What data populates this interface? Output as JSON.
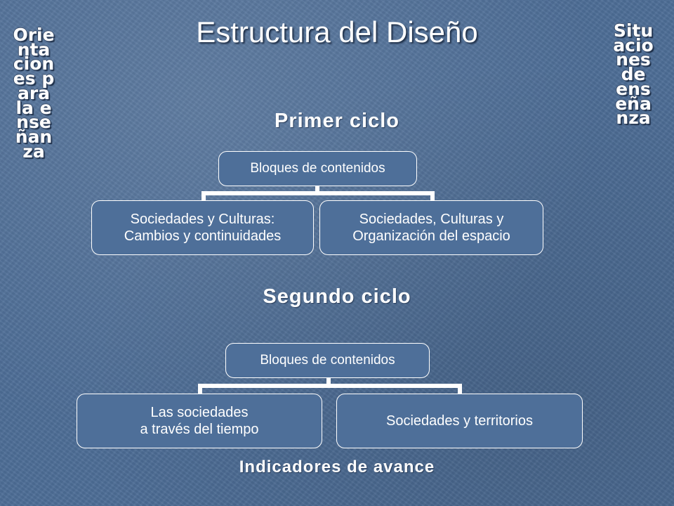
{
  "slide": {
    "title": "Estructura del Diseño",
    "left_vertical": "Orientaciones para la enseñanza",
    "right_vertical": "Situaciones de enseñanza",
    "footer": "Indicadores de avance"
  },
  "cycles": [
    {
      "heading": "Primer ciclo",
      "root": "Bloques de contenidos",
      "children": [
        "Sociedades y Culturas:\nCambios y continuidades",
        "Sociedades, Culturas y\nOrganización del espacio"
      ]
    },
    {
      "heading": "Segundo ciclo",
      "root": "Bloques de contenidos",
      "children": [
        "Las sociedades\na través del tiempo",
        "Sociedades y territorios"
      ]
    }
  ],
  "colors": {
    "background": "#4d6d96",
    "box_border": "#ffffff",
    "text": "#ffffff"
  }
}
